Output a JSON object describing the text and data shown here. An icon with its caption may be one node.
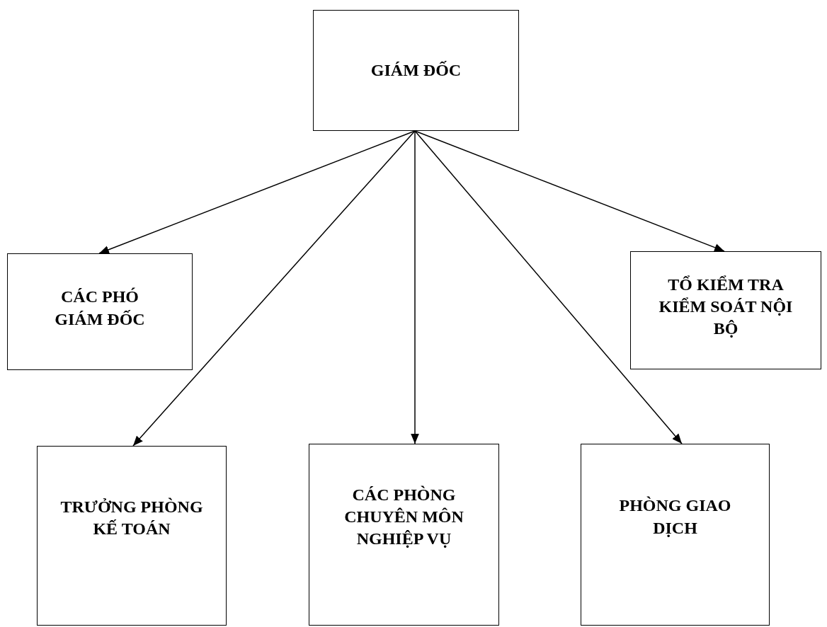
{
  "diagram": {
    "nodes": [
      {
        "text": [
          "GIÁM ĐỐC"
        ]
      },
      {
        "text": [
          "CÁC PHÓ GIÁM ĐỐC"
        ]
      },
      {
        "text": [
          "TỔ KIỂM TRA KIỂM SOÁT NỘI BỘ"
        ]
      },
      {
        "text": [
          "TRƯỞNG PHÒNG KẾ TOÁN"
        ]
      },
      {
        "text": [
          "CÁC PHÒNG CHUYÊN MÔN NGHIỆP VỤ"
        ]
      },
      {
        "text": [
          "PHÒNG GIAO DỊCH"
        ]
      }
    ],
    "edges": [
      {
        "from": 0,
        "to": 1,
        "arrow": "to"
      },
      {
        "from": 0,
        "to": 3,
        "arrow": "to"
      },
      {
        "from": 0,
        "to": 4,
        "arrow": "to"
      },
      {
        "from": 0,
        "to": 5,
        "arrow": "to"
      },
      {
        "from": 0,
        "to": 2,
        "arrow": "to"
      }
    ]
  }
}
